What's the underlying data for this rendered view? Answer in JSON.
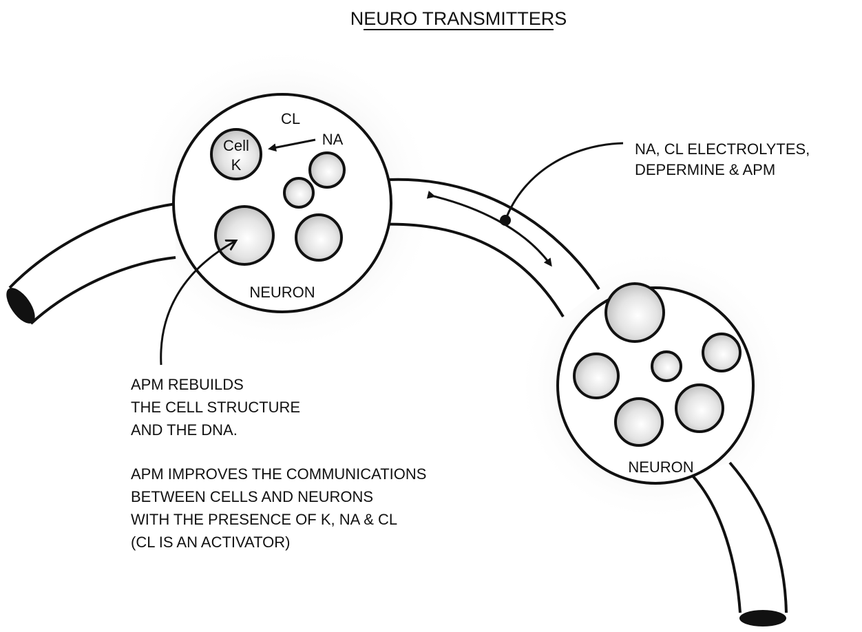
{
  "title": "NEURO TRANSMITTERS",
  "neuron_left": {
    "label": "NEURON",
    "cell_label_line1": "Cell",
    "cell_label_line2": "K",
    "cl_label": "CL",
    "na_label": "NA"
  },
  "neuron_right": {
    "label": "NEURON"
  },
  "callout_right": {
    "line1": "NA, CL ELECTROLYTES,",
    "line2": "DEPERMINE & APM"
  },
  "note": {
    "lines_a": [
      "APM REBUILDS",
      "THE CELL STRUCTURE",
      "AND THE DNA."
    ],
    "lines_b": [
      "APM IMPROVES THE COMMUNICATIONS",
      "BETWEEN CELLS AND NEURONS",
      "WITH THE PRESENCE OF K, NA & CL",
      "(CL IS AN ACTIVATOR)"
    ]
  }
}
